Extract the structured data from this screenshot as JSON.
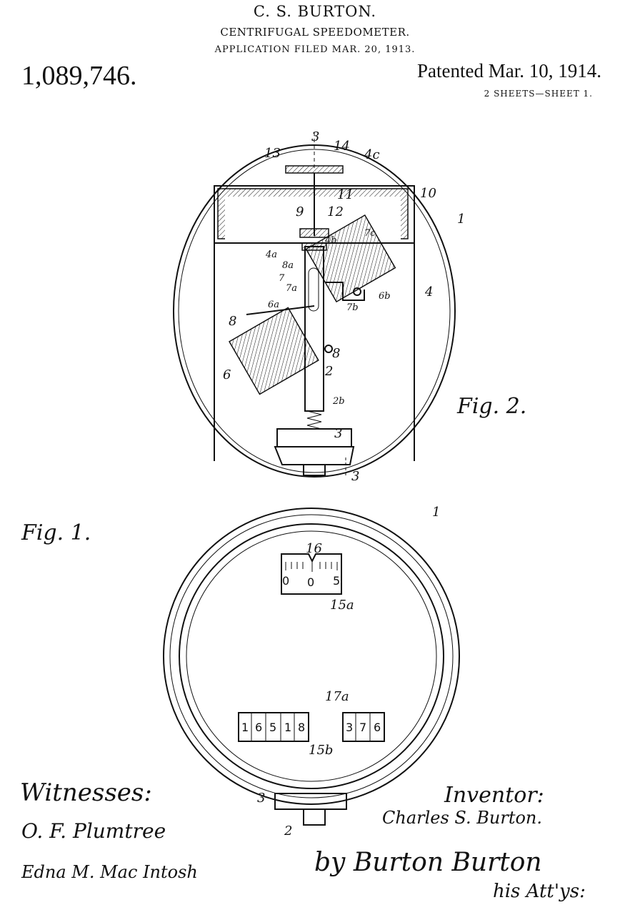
{
  "header": {
    "inventor": "C. S. BURTON.",
    "title": "CENTRIFUGAL SPEEDOMETER.",
    "filed": "APPLICATION FILED MAR. 20, 1913.",
    "patent_number": "1,089,746.",
    "patent_date": "Patented Mar. 10, 1914.",
    "sheets": "2 SHEETS—SHEET 1."
  },
  "fig2": {
    "caption": "Fig. 2.",
    "labels": [
      "3",
      "13",
      "14",
      "4c",
      "11",
      "10",
      "1",
      "9",
      "12",
      "4b",
      "7c",
      "4a",
      "8a",
      "7",
      "7a",
      "6a",
      "6b",
      "4",
      "7b",
      "8",
      "8",
      "6",
      "2",
      "2b",
      "3",
      "3"
    ]
  },
  "fig1": {
    "caption": "Fig. 1.",
    "labels": [
      "1",
      "16",
      "15a",
      "17a",
      "15b",
      "3",
      "2"
    ],
    "dial_scale": [
      "0",
      "0",
      "5"
    ],
    "odometer_total": [
      "1",
      "6",
      "5",
      "1",
      "8"
    ],
    "odometer_trip": [
      "3",
      "7",
      "6"
    ]
  },
  "signatures": {
    "witnesses_label": "Witnesses:",
    "witness_1": "O. F. Plumtree",
    "witness_2": "Edna M. Mac Intosh",
    "inventor_label": "Inventor:",
    "inventor_name": "Charles S. Burton.",
    "attorney_sig": "by Burton Burton",
    "attorney_label": "his Att'ys:"
  }
}
